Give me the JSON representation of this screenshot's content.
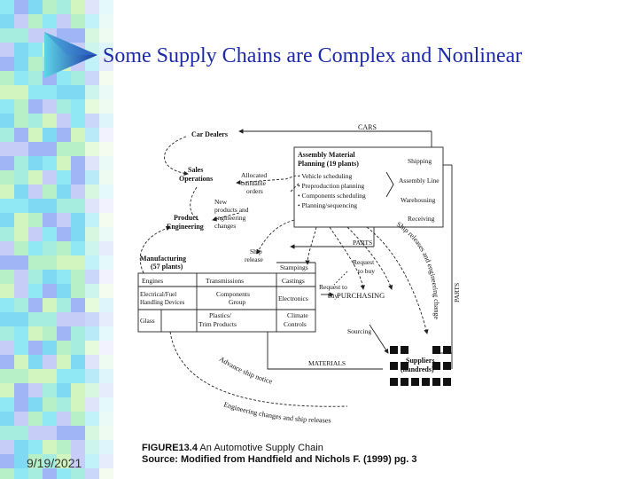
{
  "slide": {
    "title": "Some Supply Chains are Complex and Nonlinear",
    "date": "9/19/2021"
  },
  "colors": {
    "title": "#1d2aa8",
    "tile_palette": [
      "#8fe8f4",
      "#b7f0c7",
      "#c6cdf7",
      "#7fd9f3",
      "#d2f5c0",
      "#9fb5f5",
      "#a6ecdf"
    ],
    "triangle_dark": "#1a36a6",
    "triangle_light": "#5fd6e6"
  },
  "diagram": {
    "labels": {
      "cars": "CARS",
      "car_dealers": "Car Dealers",
      "assembly_title_1": "Assembly Material",
      "assembly_title_2": "Planning (19 plants)",
      "assembly_items": [
        "Vehicle scheduling",
        "Preproduction planning",
        "Components scheduling",
        "Planning/sequencing"
      ],
      "shipping": "Shipping",
      "assembly_line": "Assembly Line",
      "warehousing": "Warehousing",
      "receiving": "Receiving",
      "sales_1": "Sales",
      "sales_2": "Operations",
      "allocated_1": "Allocated",
      "allocated_2": "buildable",
      "allocated_3": "orders",
      "new_products_1": "New",
      "new_products_2": "products and",
      "new_products_3": "engineering",
      "new_products_4": "changes",
      "product_eng_1": "Product",
      "product_eng_2": "Engineering",
      "parts_top": "PARTS",
      "parts_side": "PARTS",
      "ship_releases_curve": "Ship releases and engineering changes",
      "manufacturing_1": "Manufacturing",
      "manufacturing_2": "(57 plants)",
      "ship_release_1": "Ship",
      "ship_release_2": "release",
      "stampings": "Stampings",
      "engines": "Engines",
      "transmissions": "Transmissions",
      "castings": "Castings",
      "electrical_1": "Electrical/Fuel",
      "electrical_2": "Handling Devices",
      "components_1": "Components",
      "components_2": "Group",
      "electronics": "Electronics",
      "glass": "Glass",
      "plastics_1": "Plastics/",
      "plastics_2": "Trim Products",
      "climate_1": "Climate",
      "climate_2": "Controls",
      "request_buy_1a": "Request",
      "request_buy_1b": "to buy",
      "request_buy_2a": "Request to",
      "request_buy_2b": "buy",
      "purchasing": "PURCHASING",
      "sourcing": "Sourcing",
      "materials": "MATERIALS",
      "suppliers_1": "Suppliers",
      "suppliers_2": "(hundreds)",
      "advance_ship_notice": "Advance ship notice",
      "eng_changes_ship": "Engineering changes and ship releases"
    }
  },
  "caption": {
    "figure": "FIGURE13.4",
    "figure_text": "An Automotive Supply Chain",
    "source": "Source: Modified from Handfield and Nichols F. (1999) pg. 3"
  }
}
